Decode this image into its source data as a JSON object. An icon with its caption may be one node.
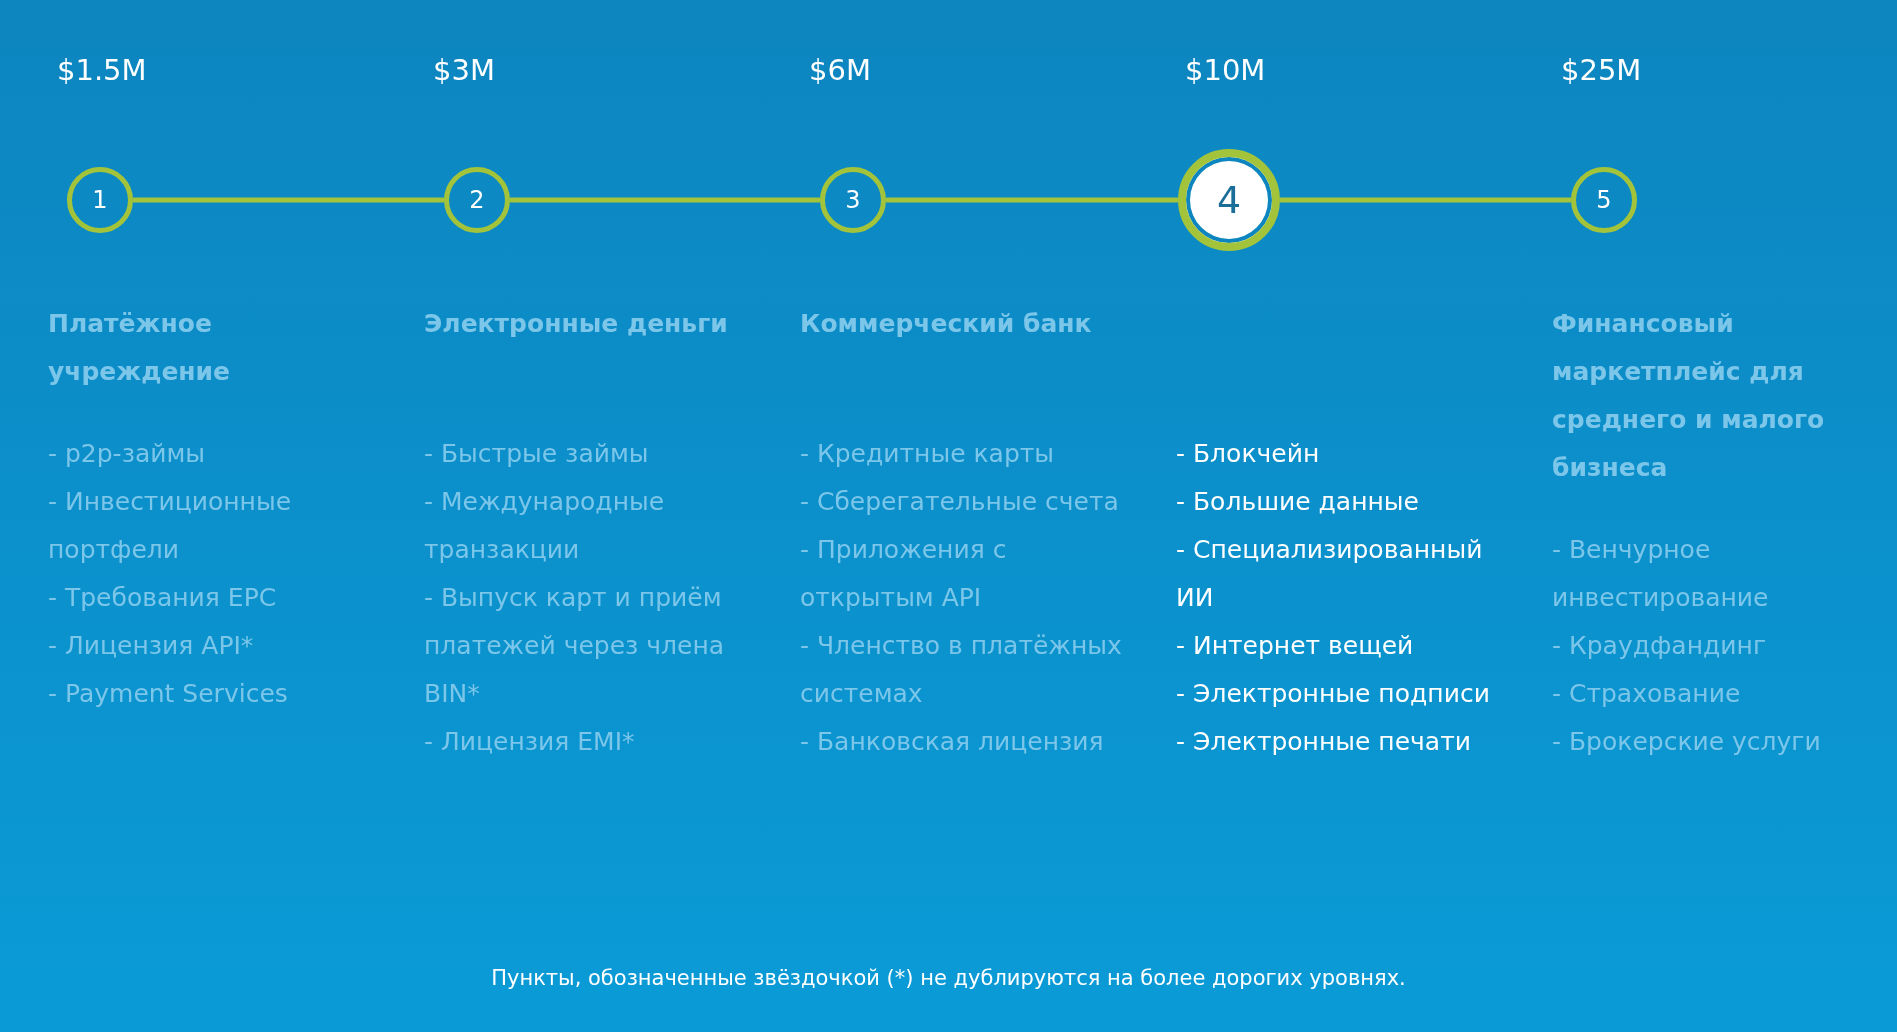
{
  "diagram": {
    "nodes": [
      {
        "text": [
          "1"
        ],
        "beside": [
          "$1.5M",
          "Платёжное учреждение",
          "- p2p-займы",
          "- Инвестиционные портфели",
          "- Требования EPC",
          "- Лицензия API*",
          "- Payment Services"
        ]
      },
      {
        "text": [
          "2"
        ],
        "beside": [
          "$3M",
          "Электронные деньги",
          "- Быстрые займы",
          "- Международные транзакции",
          "- Выпуск карт и приём платежей через члена BIN*",
          "- Лицензия EMI*"
        ]
      },
      {
        "text": [
          "3"
        ],
        "beside": [
          "$6M",
          "Коммерческий банк",
          "- Кредитные карты",
          "- Сберегательные счета",
          "- Приложения с открытым API",
          "- Членство в платёжных системах",
          "- Банковская лицензия"
        ]
      },
      {
        "text": [
          "4"
        ],
        "beside": [
          "$10M",
          "- Блокчейн",
          "- Большие данные",
          "- Специализированный ИИ",
          "- Интернет вещей",
          "- Электронные подписи",
          "- Электронные печати"
        ]
      },
      {
        "text": [
          "5"
        ],
        "beside": [
          "$25M",
          "Финансовый маркетплейс для среднего и малого бизнеса",
          "- Венчурное инвестирование",
          "- Краудфандинг",
          "- Страхование",
          "- Брокерские услуги"
        ]
      }
    ],
    "edges": [
      {
        "from": 0,
        "to": 1,
        "arrow": "none"
      },
      {
        "from": 1,
        "to": 2,
        "arrow": "none"
      },
      {
        "from": 2,
        "to": 3,
        "arrow": "none"
      },
      {
        "from": 3,
        "to": 4,
        "arrow": "none"
      }
    ],
    "caption": "Пункты, обозначенные звёздочкой (*) не дублируются на более дорогих уровнях."
  }
}
